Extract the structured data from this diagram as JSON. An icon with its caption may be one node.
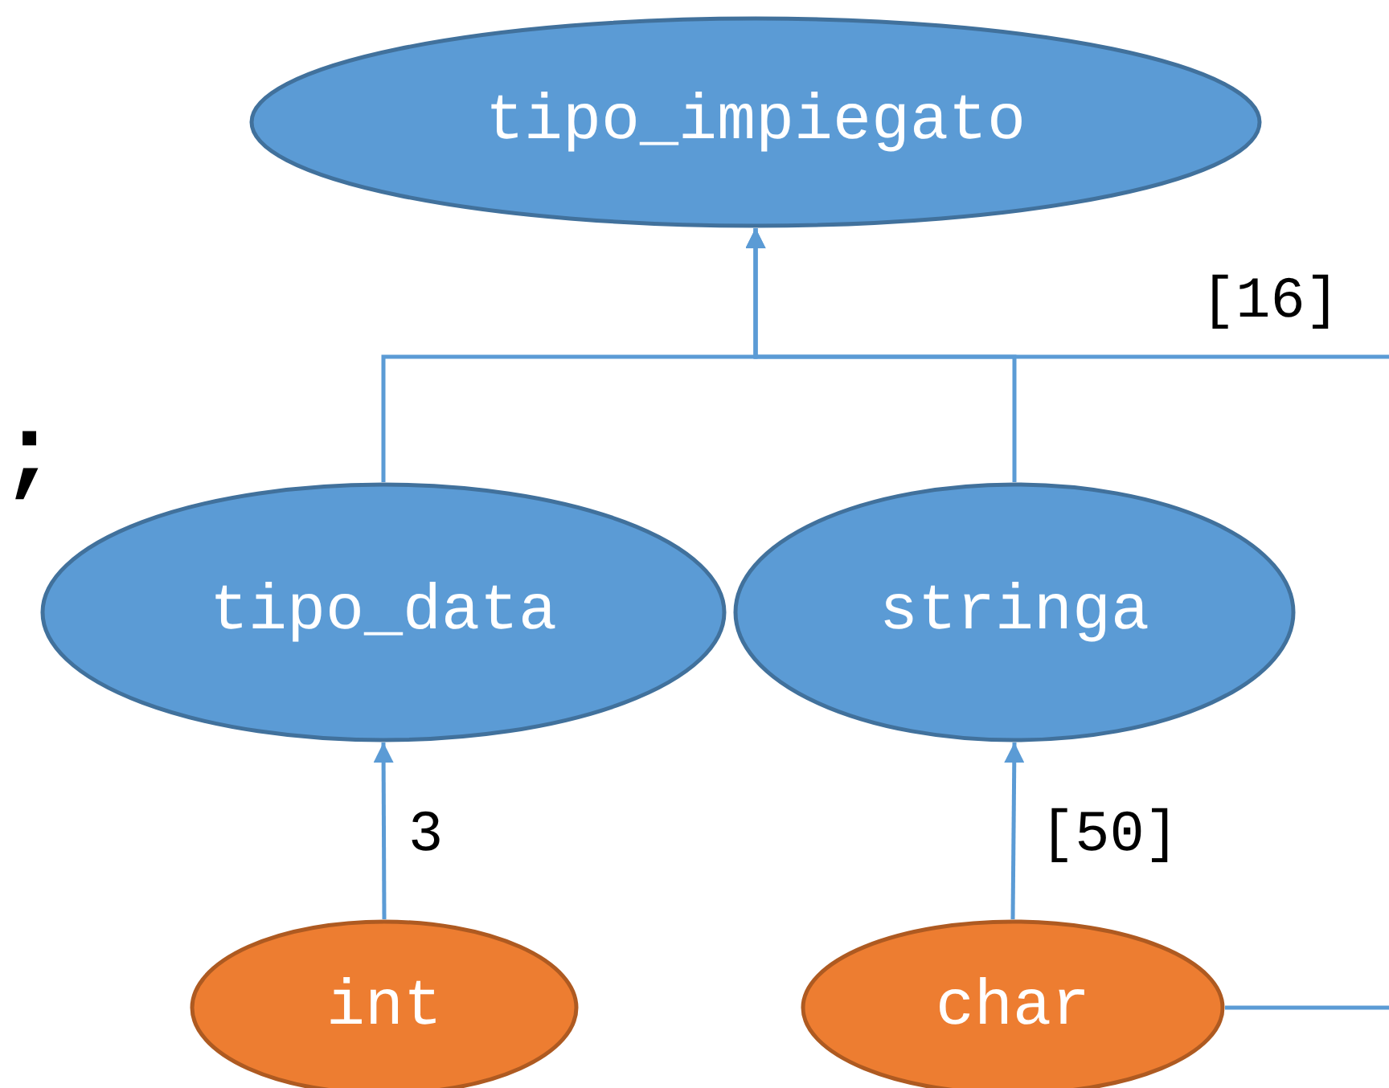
{
  "diagram": {
    "nodes": [
      {
        "text": [
          "tipo_impiegato"
        ]
      },
      {
        "text": [
          "tipo_data"
        ]
      },
      {
        "text": [
          "stringa"
        ]
      },
      {
        "text": [
          "int"
        ]
      },
      {
        "text": [
          "char"
        ]
      }
    ],
    "edges": [
      {
        "from": 1,
        "to": 0,
        "arrow": "to"
      },
      {
        "from": 2,
        "to": 0,
        "arrow": "to"
      },
      {
        "from": null,
        "to": 0,
        "arrow": "to",
        "label": "[16]"
      },
      {
        "from": 3,
        "to": 1,
        "arrow": "to",
        "label": "3"
      },
      {
        "from": 4,
        "to": 2,
        "arrow": "to",
        "label": "[50]"
      },
      {
        "from": 4,
        "to": null,
        "arrow": "none"
      }
    ],
    "labels": [
      ";"
    ]
  }
}
